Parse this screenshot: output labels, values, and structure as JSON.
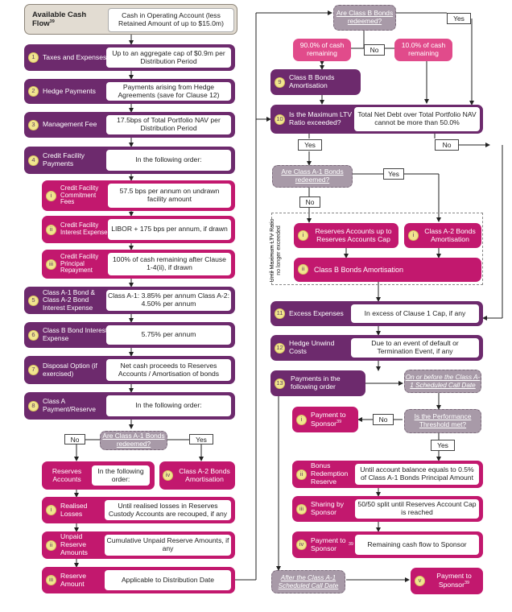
{
  "colors": {
    "purple": "#6d2a6d",
    "magenta": "#c2186e",
    "grey": "#a89aa8",
    "pink": "#e14b8b",
    "header": "#e2dcd2",
    "badge": "#f1e58f"
  },
  "left": {
    "header": {
      "title": "Available Cash Flow",
      "sup": "39",
      "desc": "Cash in Operating Account (less Retained Amount of up to $15.0m)"
    },
    "steps": [
      {
        "num": "1",
        "label": "Taxes and Expenses",
        "desc": "Up to an aggregate cap of $0.9m per Distribution Period"
      },
      {
        "num": "2",
        "label": "Hedge Payments",
        "desc": "Payments arising from Hedge Agreements (save for Clause 12)"
      },
      {
        "num": "3",
        "label": "Management Fee",
        "desc": "17.5bps of Total Portfolio NAV per Distribution Period"
      },
      {
        "num": "4",
        "label": "Credit Facility Payments",
        "desc": "In the following order:"
      }
    ],
    "sub4": [
      {
        "num": "i",
        "label": "Credit Facility Commitment Fees",
        "desc": "57.5 bps per annum on undrawn facility amount"
      },
      {
        "num": "ii",
        "label": "Credit Facility Interest Expense",
        "desc": "LIBOR + 175 bps per annum, if drawn"
      },
      {
        "num": "iii",
        "label": "Credit Facility Principal Repayment",
        "desc": "100% of cash remaining after Clause 1-4(ii), if drawn"
      }
    ],
    "steps2": [
      {
        "num": "5",
        "label": "Class A-1 Bond & Class A-2 Bond Interest Expense",
        "desc": "Class A-1: 3.85% per annum Class A-2: 4.50% per annum"
      },
      {
        "num": "6",
        "label": "Class B Bond Interest Expense",
        "desc": "5.75% per annum"
      },
      {
        "num": "7",
        "label": "Disposal Option (if exercised)",
        "desc": "Net cash proceeds to Reserves Accounts / Amortisation of bonds"
      },
      {
        "num": "8",
        "label": "Class A Payment/Reserve",
        "desc": "In the following order:"
      }
    ],
    "decision": {
      "question": "Are Class A-1 Bonds redeemed?",
      "no": "No",
      "yes": "Yes"
    },
    "reserves": {
      "label": "Reserves Accounts",
      "desc": "In the following order:"
    },
    "amort": {
      "num": "iv",
      "label": "Class A-2 Bonds Amortisation"
    },
    "reserve_items": [
      {
        "num": "i",
        "label": "Realised Losses",
        "desc": "Until realised losses in Reserves Custody Accounts are recouped, if any"
      },
      {
        "num": "ii",
        "label": "Unpaid Reserve Amounts",
        "desc": "Cumulative Unpaid Reserve Amounts, if any"
      },
      {
        "num": "iii",
        "label": "Reserve Amount",
        "desc": "Applicable to Distribution Date"
      }
    ]
  },
  "right": {
    "q_classb": "Are Class B Bonds redeemed?",
    "yes": "Yes",
    "no": "No",
    "pct90": "90.0% of cash remaining",
    "pct10": "10.0% of cash remaining",
    "step9": {
      "num": "9",
      "label": "Class B Bonds Amortisation"
    },
    "step10": {
      "num": "10",
      "label": "Is the Maximum LTV Ratio exceeded?",
      "desc": "Total Net Debt over Total Portfolio NAV cannot be more than 50.0%"
    },
    "q_classa1": "Are Class A-1 Bonds redeemed?",
    "until_note": "Until Maximum LTV Ratio no longer exceeded",
    "sub10": [
      {
        "num": "i",
        "label": "Reserves Accounts up to Reserves Accounts Cap"
      },
      {
        "num": "i",
        "label": "Class A-2 Bonds Amortisation"
      },
      {
        "num": "ii",
        "label": "Class B Bonds Amortisation"
      }
    ],
    "step11": {
      "num": "11",
      "label": "Excess Expenses",
      "desc": "In excess of Clause 1 Cap, if any"
    },
    "step12": {
      "num": "12",
      "label": "Hedge Unwind Costs",
      "desc": "Due to an event of default or Termination Event, if any"
    },
    "step13": {
      "num": "13",
      "label": "Payments in the following order"
    },
    "before_call": "On or before the Class A-1 Scheduled Call Date",
    "q_perf": "Is the Performance Threshold met?",
    "pay_sponsor_i": {
      "num": "i",
      "label": "Payment to Sponsor",
      "sup": "39"
    },
    "sub13": [
      {
        "num": "ii",
        "label": "Bonus Redemption Reserve",
        "desc": "Until account balance equals to 0.5% of Class A-1 Bonds Principal Amount"
      },
      {
        "num": "iii",
        "label": "Sharing by Sponsor",
        "desc": "50/50 split until Reserves Account Cap is reached"
      },
      {
        "num": "iv",
        "label": "Payment to Sponsor",
        "sup": "39",
        "desc": "Remaining cash flow to Sponsor"
      }
    ],
    "after_call": "After the Class A-1 Scheduled Call Date",
    "pay_sponsor_v": {
      "num": "v",
      "label": "Payment to Sponsor",
      "sup": "39"
    }
  }
}
